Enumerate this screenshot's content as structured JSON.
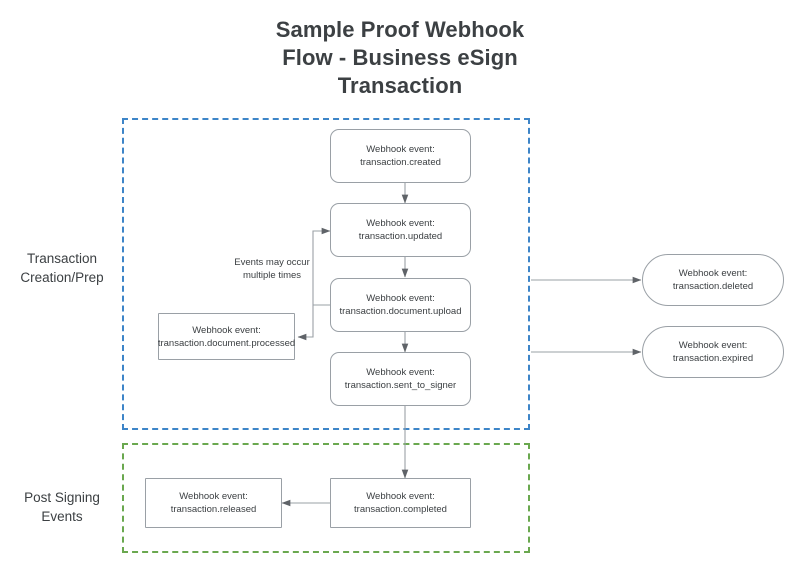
{
  "page": {
    "title_line1": "Sample Proof Webhook",
    "title_line2": "Flow - Business eSign",
    "title_line3": "Transaction"
  },
  "colors": {
    "lane_prep_border": "#3d85c8",
    "lane_post_border": "#6aa84f",
    "node_border": "#9aa0a6",
    "text": "#3c4043",
    "connector": "#8a8a8a",
    "background": "#ffffff"
  },
  "lanes": [
    {
      "id": "transaction-creation-prep",
      "label_line1": "Transaction",
      "label_line2": "Creation/Prep",
      "border_color": "#3d85c8"
    },
    {
      "id": "post-signing-events",
      "label_line1": "Post Signing",
      "label_line2": "Events",
      "border_color": "#6aa84f"
    }
  ],
  "nodes": [
    {
      "id": "transaction-created",
      "line1": "Webhook event:",
      "line2": "transaction.created",
      "shape": "rounded",
      "lane": "transaction-creation-prep"
    },
    {
      "id": "transaction-updated",
      "line1": "Webhook event:",
      "line2": "transaction.updated",
      "shape": "rounded",
      "lane": "transaction-creation-prep"
    },
    {
      "id": "transaction-document-upload",
      "line1": "Webhook event:",
      "line2": "transaction.document.upload",
      "shape": "rounded",
      "lane": "transaction-creation-prep"
    },
    {
      "id": "transaction-document-processed",
      "line1": "Webhook event:",
      "line2": "transaction.document.processed",
      "shape": "sharp",
      "lane": "transaction-creation-prep"
    },
    {
      "id": "transaction-sent-to-signer",
      "line1": "Webhook event:",
      "line2": "transaction.sent_to_signer",
      "shape": "rounded",
      "lane": "transaction-creation-prep"
    },
    {
      "id": "transaction-deleted",
      "line1": "Webhook event:",
      "line2": "transaction.deleted",
      "shape": "pill",
      "lane": "outside"
    },
    {
      "id": "transaction-expired",
      "line1": "Webhook event:",
      "line2": "transaction.expired",
      "shape": "pill",
      "lane": "outside"
    },
    {
      "id": "transaction-completed",
      "line1": "Webhook event:",
      "line2": "transaction.completed",
      "shape": "sharp",
      "lane": "post-signing-events"
    },
    {
      "id": "transaction-released",
      "line1": "Webhook event:",
      "line2": "transaction.released",
      "shape": "sharp",
      "lane": "post-signing-events"
    }
  ],
  "annotations": [
    {
      "id": "events-multiple-times",
      "line1": "Events may occur",
      "line2": "multiple times"
    }
  ],
  "edges": [
    {
      "from": "transaction-created",
      "to": "transaction-updated",
      "style": "arrow-down"
    },
    {
      "from": "transaction-updated",
      "to": "transaction-document-upload",
      "style": "arrow-down"
    },
    {
      "from": "transaction-document-upload",
      "to": "transaction-updated",
      "style": "loop-back-up"
    },
    {
      "from": "transaction-document-upload",
      "to": "transaction-document-processed",
      "style": "arrow-left"
    },
    {
      "from": "transaction-document-upload",
      "to": "transaction-sent-to-signer",
      "style": "arrow-down"
    },
    {
      "from": "transaction-creation-prep",
      "to": "transaction-deleted",
      "style": "arrow-right"
    },
    {
      "from": "transaction-creation-prep",
      "to": "transaction-expired",
      "style": "arrow-right"
    },
    {
      "from": "transaction-sent-to-signer",
      "to": "transaction-completed",
      "style": "arrow-down"
    },
    {
      "from": "transaction-completed",
      "to": "transaction-released",
      "style": "arrow-left"
    }
  ]
}
